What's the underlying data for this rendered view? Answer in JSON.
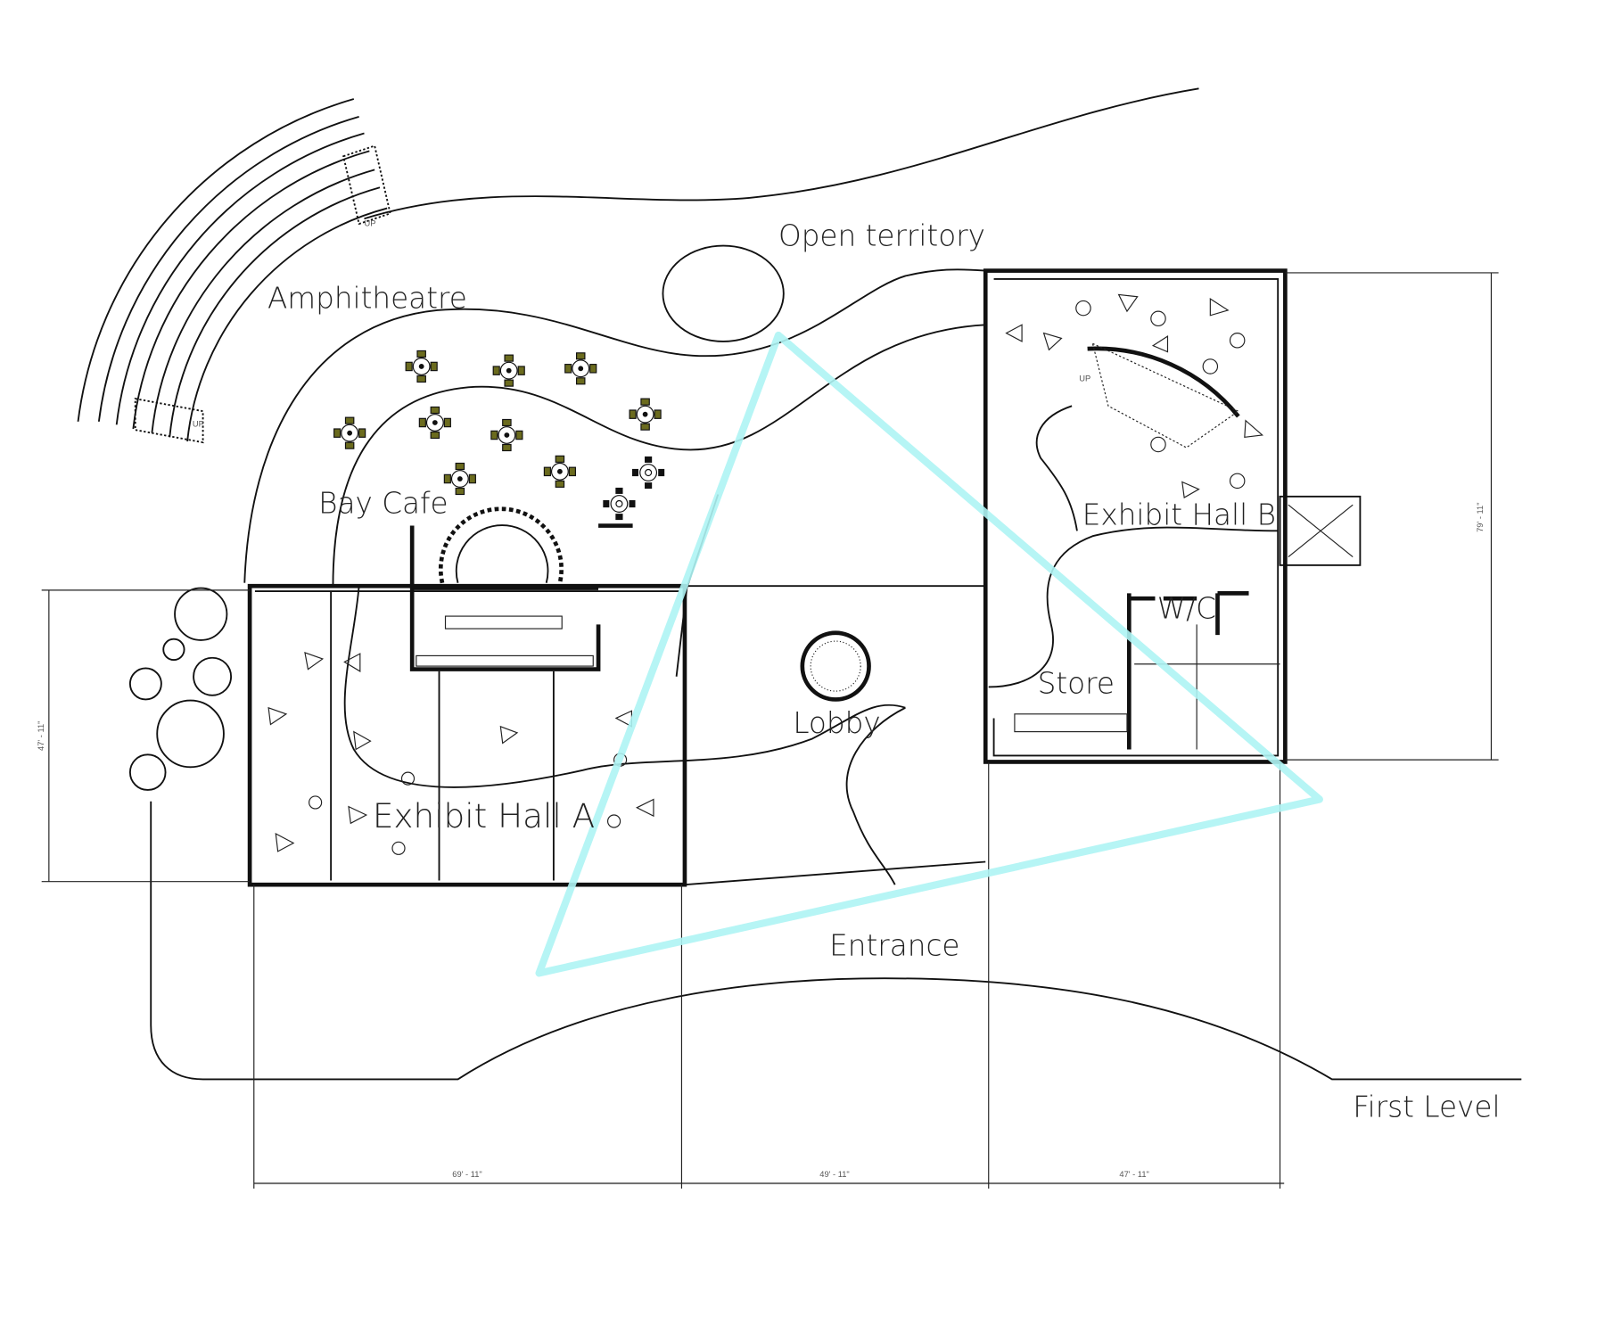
{
  "title": "First Level",
  "rooms": {
    "open_territory": "Open territory",
    "amphitheatre": "Amphitheatre",
    "bay_cafe": "Bay Cafe",
    "exhibit_hall_a": "Exhibit Hall A",
    "exhibit_hall_b": "Exhibit Hall B",
    "wc": "W/C",
    "store": "Store",
    "lobby": "Lobby",
    "entrance": "Entrance"
  },
  "dimensions": {
    "bottom_1": "69' - 11\"",
    "bottom_2": "49' - 11\"",
    "bottom_3": "47' - 11\"",
    "right": "79' - 11\"",
    "left": "47' - 11\""
  },
  "stair_labels": {
    "up1": "UP",
    "up2": "UP",
    "up3": "UP"
  },
  "colors": {
    "highlight": "#aef4f4",
    "furniture": "#6b6b1e"
  }
}
